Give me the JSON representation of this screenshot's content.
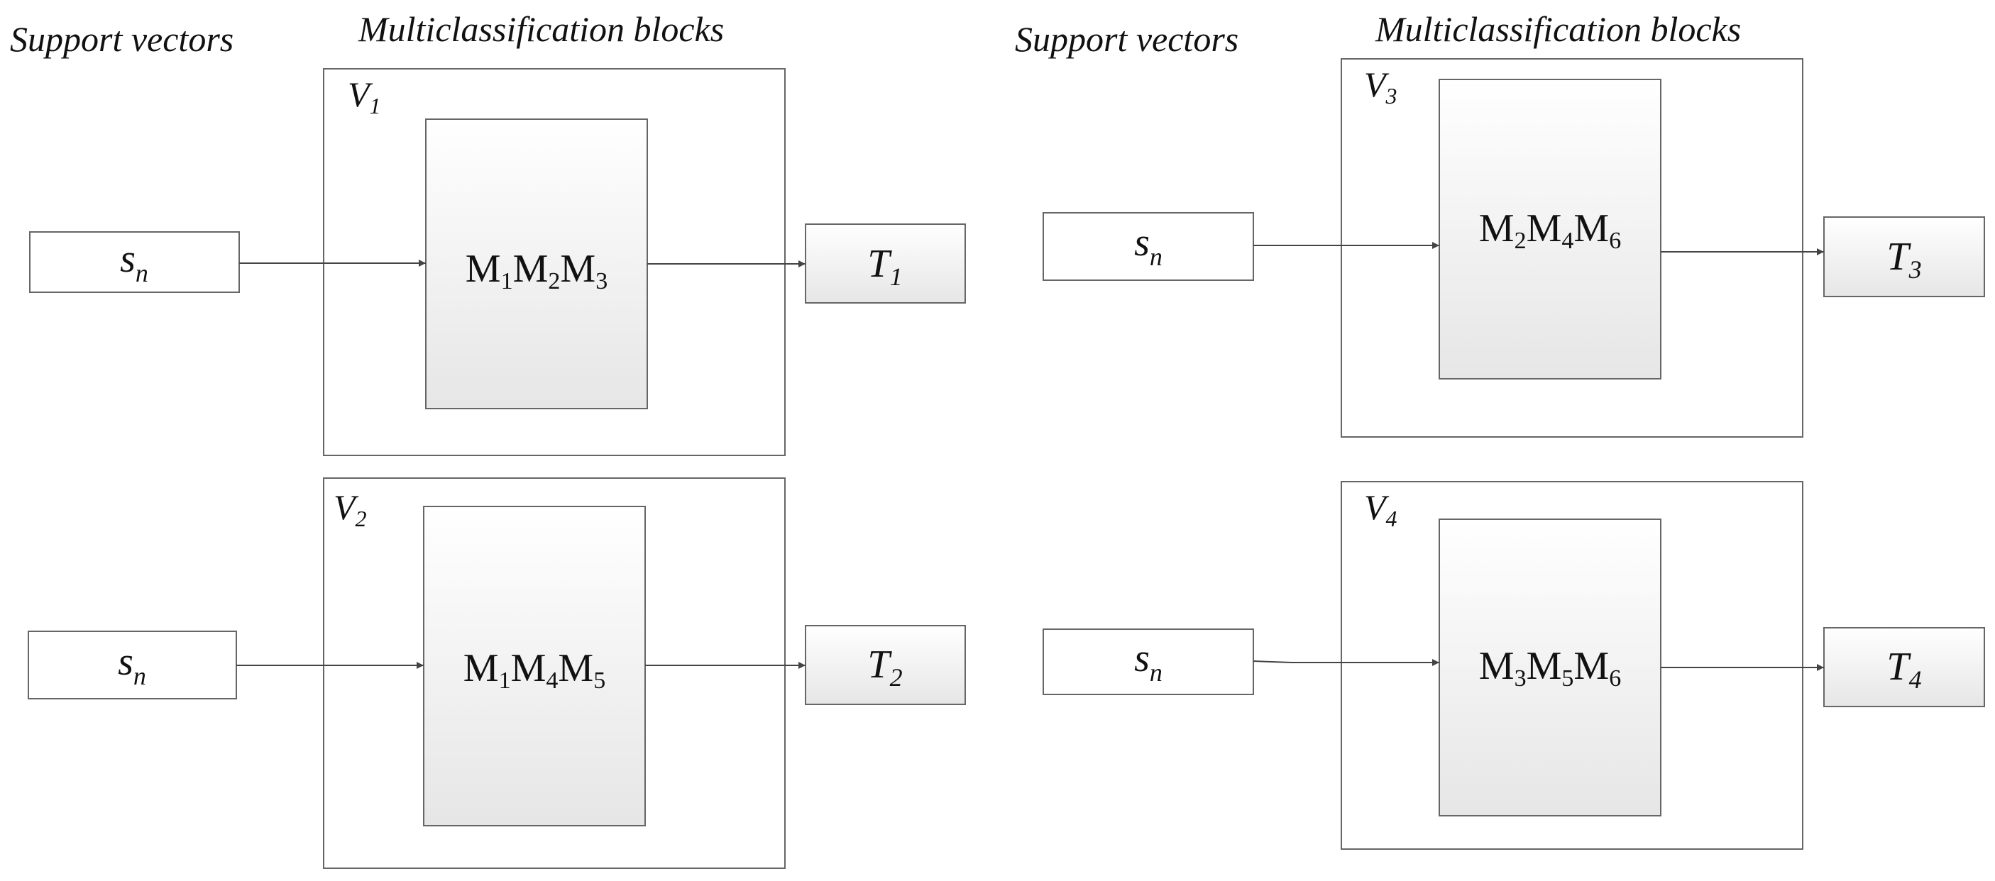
{
  "headings": {
    "support_left": "Support vectors",
    "multi_left": "Multiclassification blocks",
    "support_right": "Support vectors",
    "multi_right": "Multiclassification blocks"
  },
  "blocks": [
    {
      "frame_label": {
        "main": "V",
        "sub": "1"
      },
      "input": {
        "main": "s",
        "sub": "n"
      },
      "classifiers": [
        {
          "m": "M",
          "i": "1"
        },
        {
          "m": "M",
          "i": "2"
        },
        {
          "m": "M",
          "i": "3"
        }
      ],
      "output": {
        "main": "T",
        "sub": "1"
      }
    },
    {
      "frame_label": {
        "main": "V",
        "sub": "2"
      },
      "input": {
        "main": "s",
        "sub": "n"
      },
      "classifiers": [
        {
          "m": "M",
          "i": "1"
        },
        {
          "m": "M",
          "i": "4"
        },
        {
          "m": "M",
          "i": "5"
        }
      ],
      "output": {
        "main": "T",
        "sub": "2"
      }
    },
    {
      "frame_label": {
        "main": "V",
        "sub": "3"
      },
      "input": {
        "main": "s",
        "sub": "n"
      },
      "classifiers": [
        {
          "m": "M",
          "i": "2"
        },
        {
          "m": "M",
          "i": "4"
        },
        {
          "m": "M",
          "i": "6"
        }
      ],
      "output": {
        "main": "T",
        "sub": "3"
      }
    },
    {
      "frame_label": {
        "main": "V",
        "sub": "4"
      },
      "input": {
        "main": "s",
        "sub": "n"
      },
      "classifiers": [
        {
          "m": "M",
          "i": "3"
        },
        {
          "m": "M",
          "i": "5"
        },
        {
          "m": "M",
          "i": "6"
        }
      ],
      "output": {
        "main": "T",
        "sub": "4"
      }
    }
  ],
  "colors": {
    "stroke": "#666666",
    "gradient_top": "#ffffff",
    "gradient_bottom": "#e6e6e6"
  }
}
